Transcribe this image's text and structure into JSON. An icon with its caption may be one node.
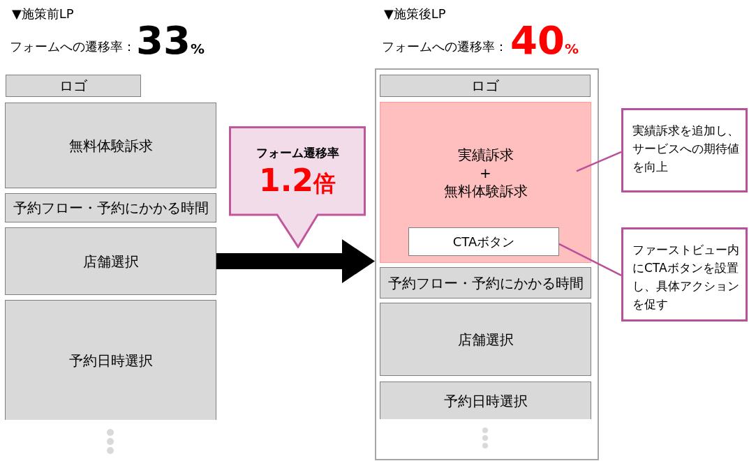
{
  "diagram": {
    "nodes": [
      {
        "text": [
          "ロゴ"
        ]
      },
      {
        "text": [
          "無料体験訴求"
        ]
      },
      {
        "text": [
          "予約フロー・予約にかかる時間"
        ]
      },
      {
        "text": [
          "店舗選択"
        ]
      },
      {
        "text": [
          "予約日時選択"
        ]
      },
      {
        "text": [
          "フォーム遷移率",
          "1.2倍"
        ]
      },
      {
        "text": [],
        "shape": "box"
      },
      {
        "text": [
          "ロゴ"
        ],
        "in": 6
      },
      {
        "text": [
          "実績訴求",
          "+",
          "無料体験訴求"
        ],
        "in": 6
      },
      {
        "text": [
          "CTAボタン"
        ],
        "in": 8
      },
      {
        "text": [
          "予約フロー・予約にかかる時間"
        ],
        "in": 6
      },
      {
        "text": [
          "店舗選択"
        ],
        "in": 6
      },
      {
        "text": [
          "予約日時選択"
        ],
        "in": 6
      },
      {
        "text": [
          "実績訴求を追加し、サービスへの期待値を向上"
        ]
      },
      {
        "text": [
          "ファーストビュー内にCTAボタンを設置し、具体アクションを促す"
        ]
      }
    ],
    "edges": [
      {
        "from": 3,
        "to": 6,
        "arrow": "to",
        "style": "thick",
        "color": "#000000"
      },
      {
        "from": 13,
        "to": 8,
        "arrow": "none"
      },
      {
        "from": 14,
        "to": 9,
        "arrow": "none"
      }
    ],
    "labels": [
      "▼施策前LP",
      "フォームへの遷移率：",
      "33%",
      "▼施策後LP",
      "フォームへの遷移率：",
      "40%"
    ]
  }
}
